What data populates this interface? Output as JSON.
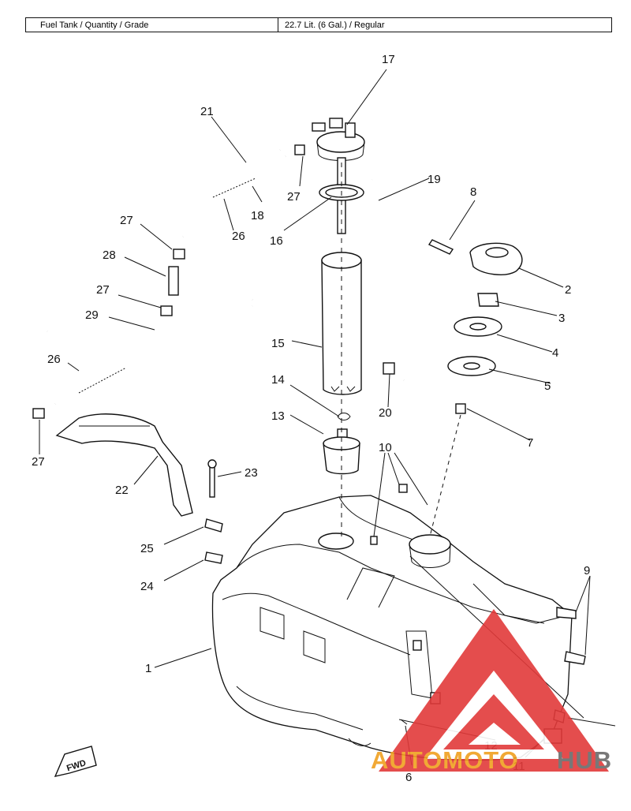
{
  "spec_bar": {
    "label": "Fuel Tank / Quantity / Grade",
    "value": "22.7 Lit. (6 Gal.) / Regular"
  },
  "callouts": {
    "c1": "1",
    "c2": "2",
    "c3": "3",
    "c4": "4",
    "c5": "5",
    "c6": "6",
    "c7": "7",
    "c8": "8",
    "c9": "9",
    "c10": "10",
    "c11": "11",
    "c12": "12",
    "c13": "13",
    "c14": "14",
    "c15": "15",
    "c16": "16",
    "c17": "17",
    "c18": "18",
    "c19": "19",
    "c20": "20",
    "c21": "21",
    "c22": "22",
    "c23": "23",
    "c24": "24",
    "c25": "25",
    "c26a": "26",
    "c26b": "26",
    "c27a": "27",
    "c27b": "27",
    "c27c": "27",
    "c27d": "27",
    "c28": "28",
    "c29": "29"
  },
  "fwd_label": "FWD",
  "watermark": {
    "part1": "AUTOMOTO",
    "part2": "HUB",
    "color_red": "#e23a3a",
    "color_orange": "#f0a020",
    "color_gray": "#6a6a6a"
  }
}
